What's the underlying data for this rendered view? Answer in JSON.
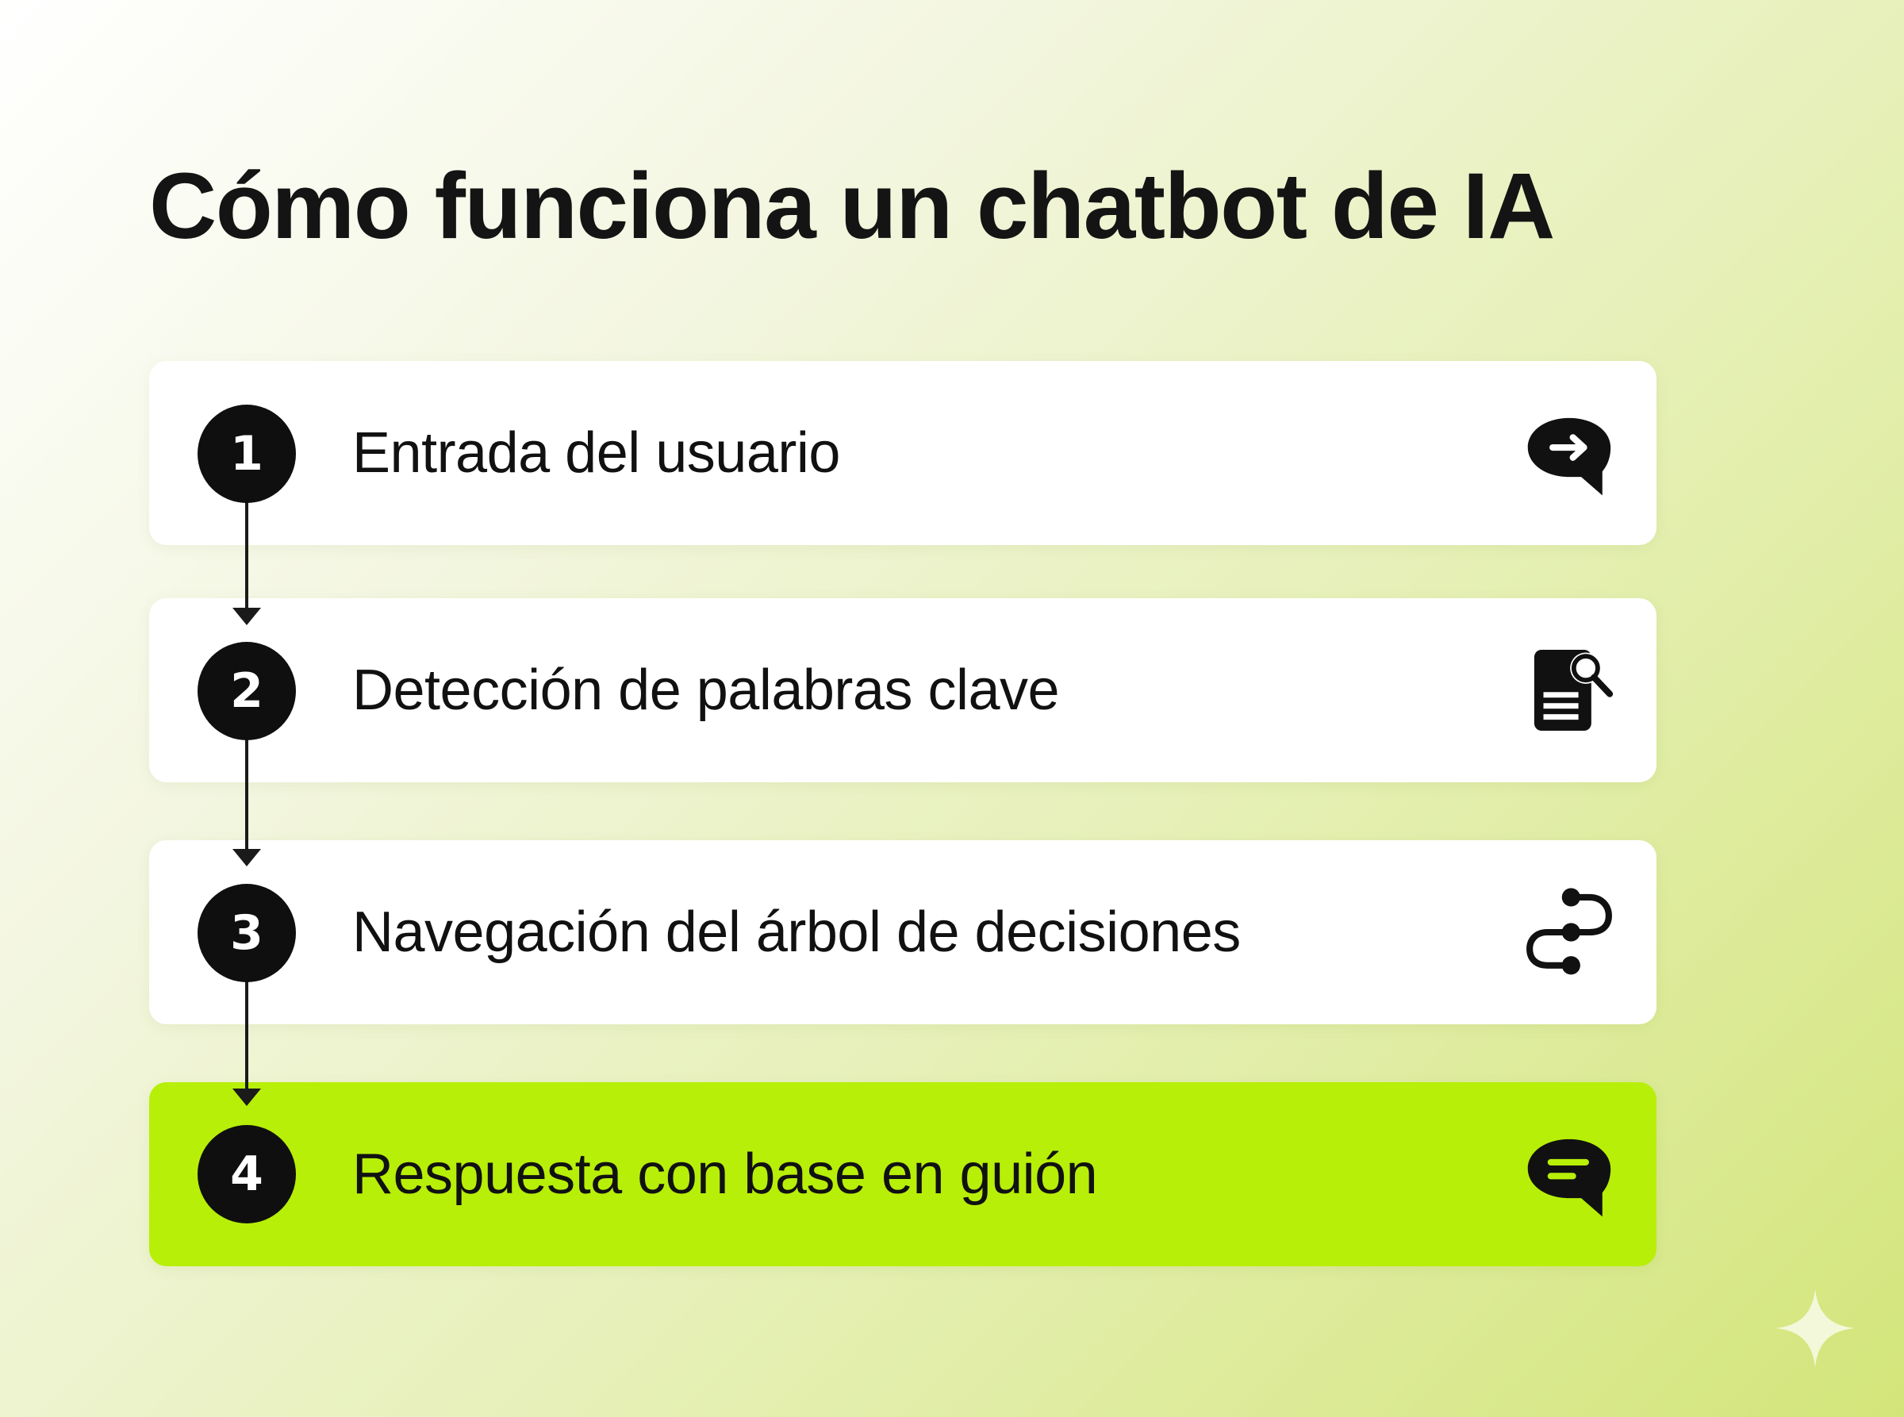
{
  "title": "Cómo funciona un chatbot de IA",
  "steps": [
    {
      "number": "1",
      "label": "Entrada del usuario",
      "icon": "chat-arrow-icon",
      "highlighted": false
    },
    {
      "number": "2",
      "label": "Detección de palabras clave",
      "icon": "document-search-icon",
      "highlighted": false
    },
    {
      "number": "3",
      "label": "Navegación del árbol de decisiones",
      "icon": "decision-tree-icon",
      "highlighted": false
    },
    {
      "number": "4",
      "label": "Respuesta con base en guión",
      "icon": "chat-reply-icon",
      "highlighted": true
    }
  ],
  "colors": {
    "highlight": "#b7ef08",
    "card": "#ffffff",
    "text": "#111111",
    "badge": "#0f0f0f"
  },
  "decorations": {
    "corner_mark": "sparkle-icon"
  }
}
